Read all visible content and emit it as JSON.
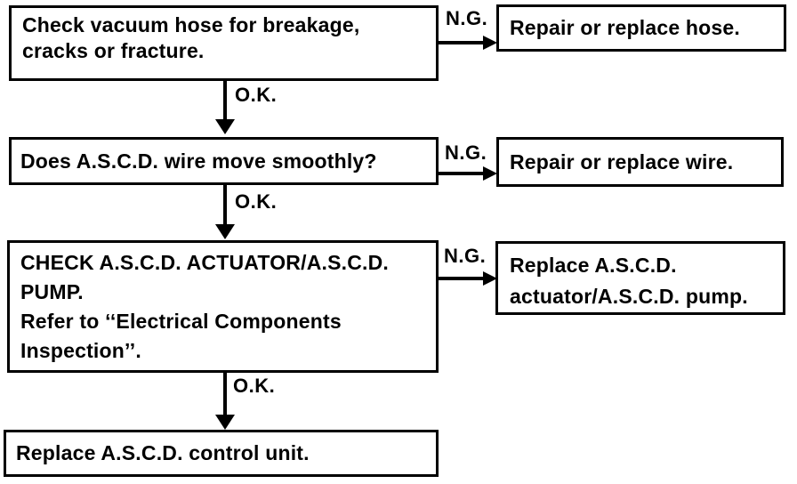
{
  "diagram": {
    "type": "flowchart",
    "ok_label": "O.K.",
    "ng_label": "N.G.",
    "steps": [
      {
        "name": "check-vacuum-hose",
        "lines": [
          "Check vacuum hose for breakage,",
          "cracks or fracture."
        ],
        "ng_action_lines": [
          "Repair or replace hose."
        ]
      },
      {
        "name": "ascd-wire-moves-smoothly",
        "lines": [
          "Does A.S.C.D. wire move smoothly?"
        ],
        "ng_action_lines": [
          "Repair or replace wire."
        ]
      },
      {
        "name": "check-actuator-pump",
        "lines": [
          "CHECK A.S.C.D. ACTUATOR/A.S.C.D.",
          "PUMP.",
          "Refer to ‘‘Electrical Components",
          "Inspection’’."
        ],
        "ng_action_lines": [
          "Replace A.S.C.D.",
          "actuator/A.S.C.D. pump."
        ]
      },
      {
        "name": "replace-control-unit",
        "lines": [
          "Replace A.S.C.D. control unit."
        ]
      }
    ],
    "colors": {
      "ink": "#000000",
      "background": "#ffffff"
    }
  }
}
